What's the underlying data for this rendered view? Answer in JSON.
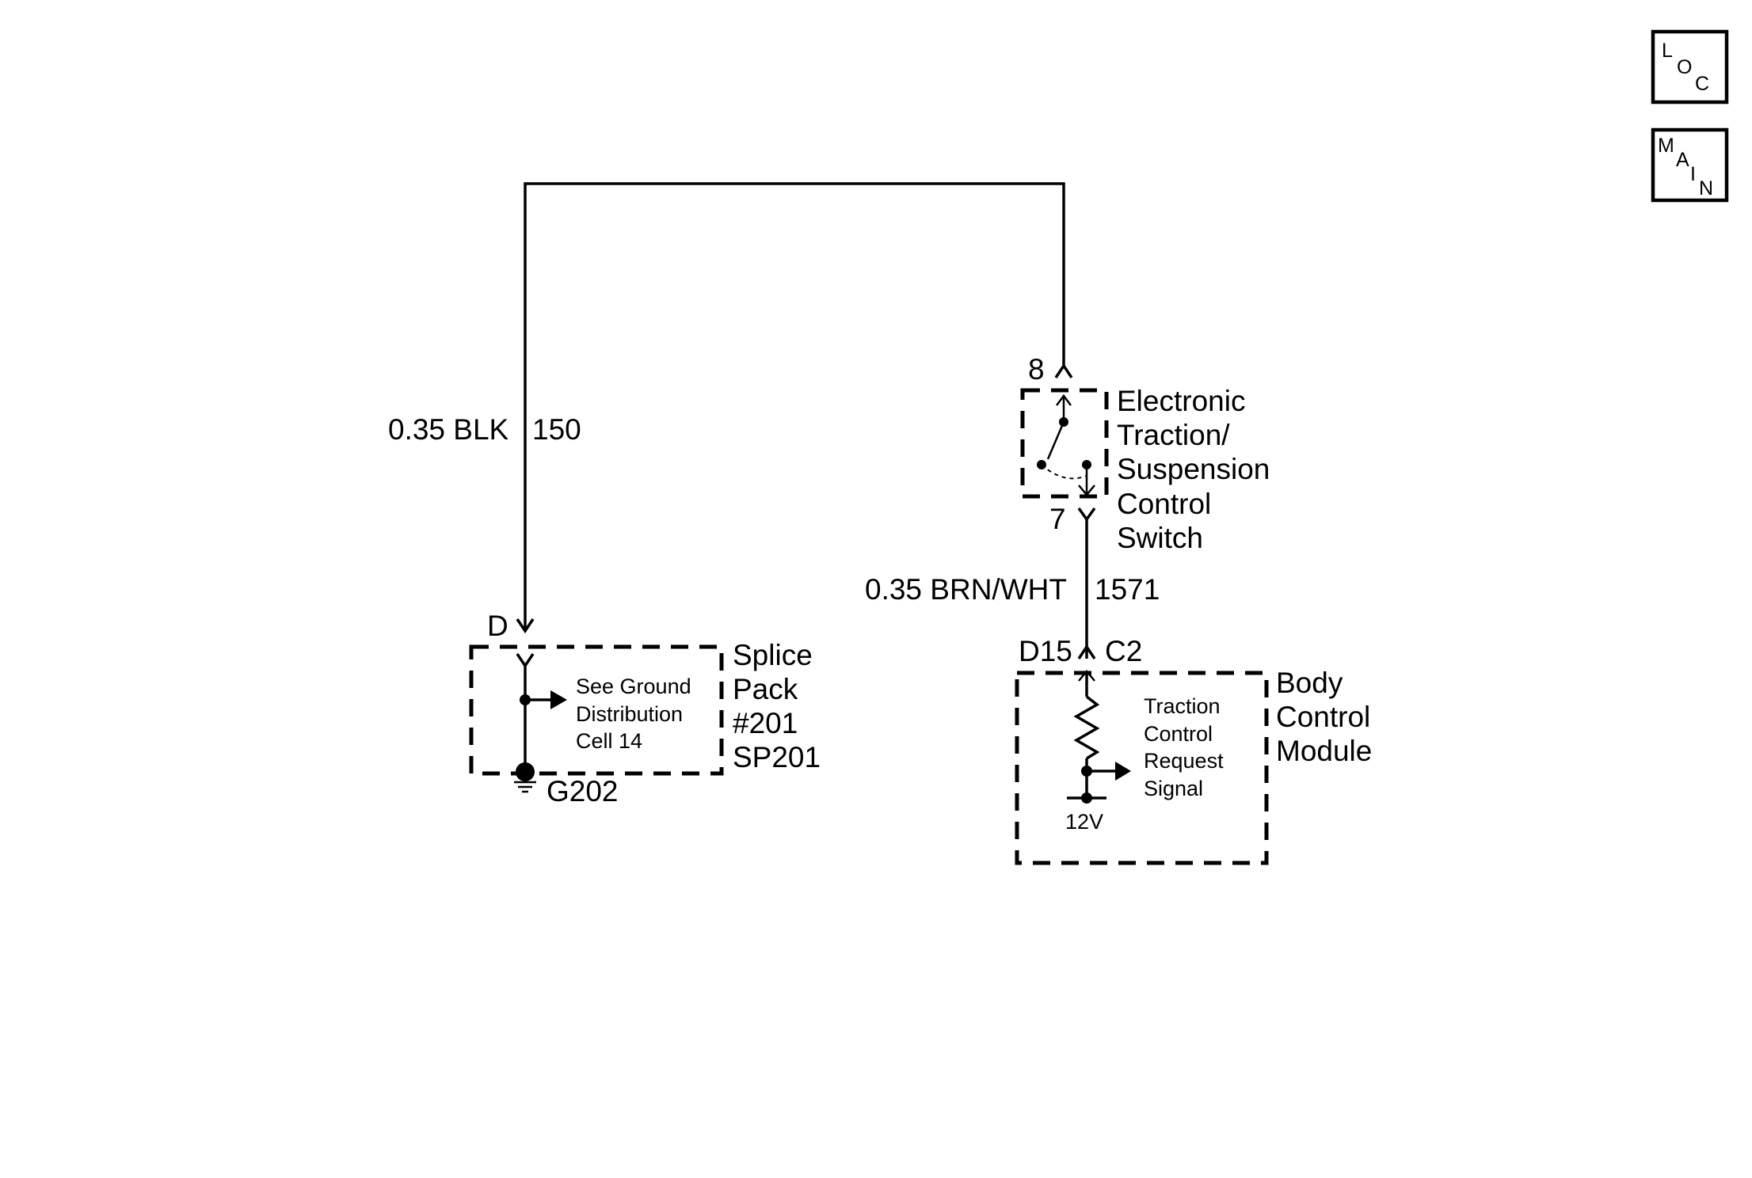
{
  "nav": {
    "loc": {
      "l1": "L",
      "l2": "O",
      "l3": "C"
    },
    "main": {
      "l1": "M",
      "l2": "A",
      "l3": "I",
      "l4": "N"
    }
  },
  "wires": {
    "blk": {
      "gauge_color": "0.35 BLK",
      "circuit": "150"
    },
    "brn_wht": {
      "gauge_color": "0.35 BRN/WHT",
      "circuit": "1571"
    }
  },
  "switch": {
    "pin_top": "8",
    "pin_bottom": "7",
    "name_lines": [
      "Electronic",
      "Traction/",
      "Suspension",
      "Control",
      "Switch"
    ]
  },
  "splice": {
    "pin": "D",
    "ground_id": "G202",
    "note_lines": [
      "See Ground",
      "Distribution",
      "Cell 14"
    ],
    "name_lines": [
      "Splice",
      "Pack",
      "#201",
      "SP201"
    ]
  },
  "bcm": {
    "pin": "D15",
    "connector": "C2",
    "voltage": "12V",
    "signal_lines": [
      "Traction",
      "Control",
      "Request",
      "Signal"
    ],
    "name_lines": [
      "Body",
      "Control",
      "Module"
    ]
  }
}
